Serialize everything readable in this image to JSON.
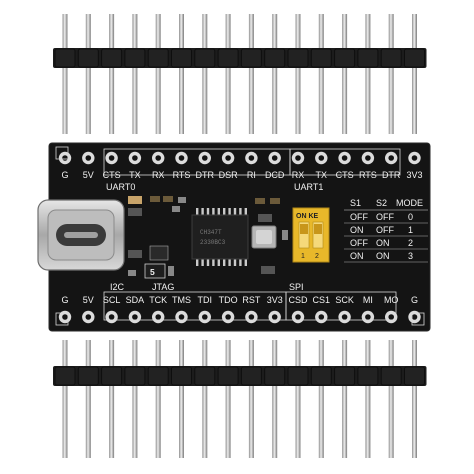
{
  "board": {
    "top_row_labels": [
      "G",
      "5V",
      "CTS",
      "TX",
      "RX",
      "RTS",
      "DTR",
      "DSR",
      "RI",
      "DCD",
      "RX",
      "TX",
      "CTS",
      "RTS",
      "DTR",
      "3V3"
    ],
    "bottom_row_labels": [
      "G",
      "5V",
      "SCL",
      "SDA",
      "TCK",
      "TMS",
      "TDI",
      "TDO",
      "RST",
      "3V3",
      "CSD",
      "CS1",
      "SCK",
      "MI",
      "MO",
      "G"
    ],
    "section_labels": {
      "uart0": "UART0",
      "uart1": "UART1",
      "i2c": "I2C",
      "jtag": "JTAG",
      "spi": "SPI"
    },
    "mode_table": {
      "headers": [
        "S1",
        "S2",
        "MODE"
      ],
      "rows": [
        [
          "OFF",
          "OFF",
          "0"
        ],
        [
          "ON",
          "OFF",
          "1"
        ],
        [
          "OFF",
          "ON",
          "2"
        ],
        [
          "ON",
          "ON",
          "3"
        ]
      ]
    },
    "dip_switch": {
      "label": "ON KE",
      "numbers": [
        "1",
        "2"
      ]
    },
    "chip_marking": [
      "CH347T",
      "2330BC3"
    ],
    "regulator_marking": "5"
  },
  "colors": {
    "pcb": "#141414",
    "silkscreen": "#f2f2f2",
    "header_plastic": "#1c1c1c",
    "pin_metal": "#c9c9c9",
    "dip_switch": "#e8b82a"
  },
  "icons": [
    "usb-c-connector-icon",
    "ic-chip-icon",
    "dip-switch-icon",
    "pin-header-icon"
  ]
}
